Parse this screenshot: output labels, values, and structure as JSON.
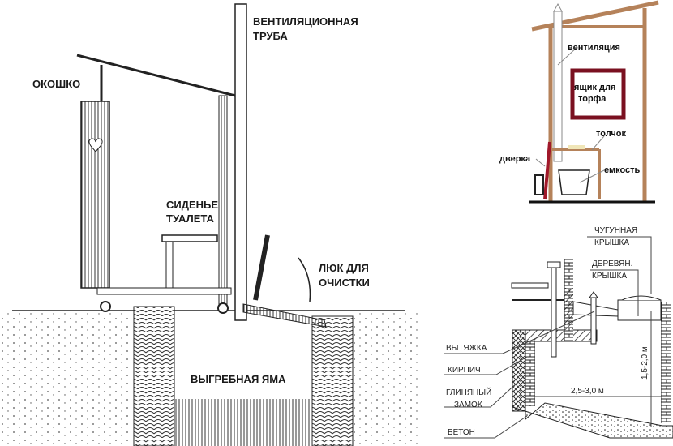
{
  "left_diagram": {
    "vent_pipe_line1": "ВЕНТИЛЯЦИОННАЯ",
    "vent_pipe_line2": "ТРУБА",
    "window": "ОКОШКО",
    "seat_line1": "СИДЕНЬЕ",
    "seat_line2": "ТУАЛЕТА",
    "hatch_line1": "ЛЮК ДЛЯ",
    "hatch_line2": "ОЧИСТКИ",
    "pit": "ВЫГРЕБНАЯ ЯМА"
  },
  "top_right_diagram": {
    "ventilation": "вентиляция",
    "peat_box_line1": "ящик для",
    "peat_box_line2": "торфа",
    "toilet": "толчок",
    "door": "дверка",
    "container": "емкость",
    "colors": {
      "wood": "#b5825a",
      "box": "#7a1020",
      "door": "#a0182a"
    }
  },
  "bottom_right_diagram": {
    "cast_iron_lid_line1": "ЧУГУННАЯ",
    "cast_iron_lid_line2": "КРЫШКА",
    "wooden_lid_line1": "ДЕРЕВЯН.",
    "wooden_lid_line2": "КРЫШКА",
    "exhaust": "ВЫТЯЖКА",
    "brick": "КИРПИЧ",
    "clay_lock_line1": "ГЛИНЯНЫЙ",
    "clay_lock_line2": "ЗАМОК",
    "concrete": "БЕТОН",
    "width_dim": "2,5-3,0 м",
    "depth_dim": "1,5-2,0 м"
  }
}
